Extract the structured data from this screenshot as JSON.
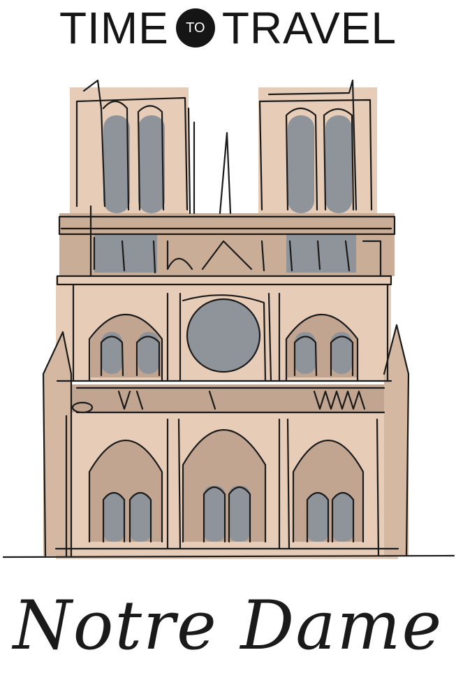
{
  "header": {
    "word_left": "TIME",
    "badge": "TO",
    "word_right": "TRAVEL"
  },
  "illustration": {
    "subject": "cathedral-facade-line-art",
    "colors": {
      "stone": "#e7cdb8",
      "stone_dark": "#b49a85",
      "window": "#8f949b",
      "line": "#1a1a1a"
    }
  },
  "title": {
    "text": "Notre Dame"
  }
}
